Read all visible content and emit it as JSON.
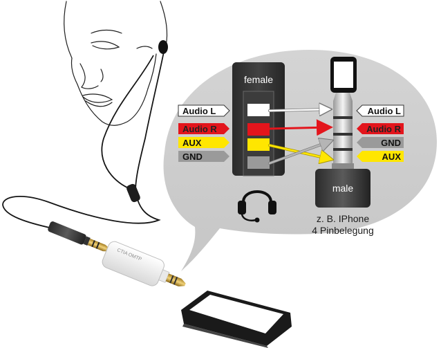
{
  "female": {
    "title": "female"
  },
  "male": {
    "title": "male",
    "caption_line1": "z. B. IPhone",
    "caption_line2": "4 Pinbelegung"
  },
  "left_pins": [
    {
      "label": "Audio L",
      "color": "#ffffff",
      "text_color": "#111111"
    },
    {
      "label": "Audio R",
      "color": "#e3151c",
      "text_color": "#222222"
    },
    {
      "label": "AUX",
      "color": "#ffe600",
      "text_color": "#111111"
    },
    {
      "label": "GND",
      "color": "#9a9a9a",
      "text_color": "#111111"
    }
  ],
  "right_pins": [
    {
      "label": "Audio L",
      "color": "#ffffff",
      "text_color": "#111111"
    },
    {
      "label": "Audio R",
      "color": "#e3151c",
      "text_color": "#222222"
    },
    {
      "label": "GND",
      "color": "#9a9a9a",
      "text_color": "#111111"
    },
    {
      "label": "AUX",
      "color": "#ffe600",
      "text_color": "#111111"
    }
  ],
  "adapter": {
    "marking": "CTIA OMTP"
  }
}
